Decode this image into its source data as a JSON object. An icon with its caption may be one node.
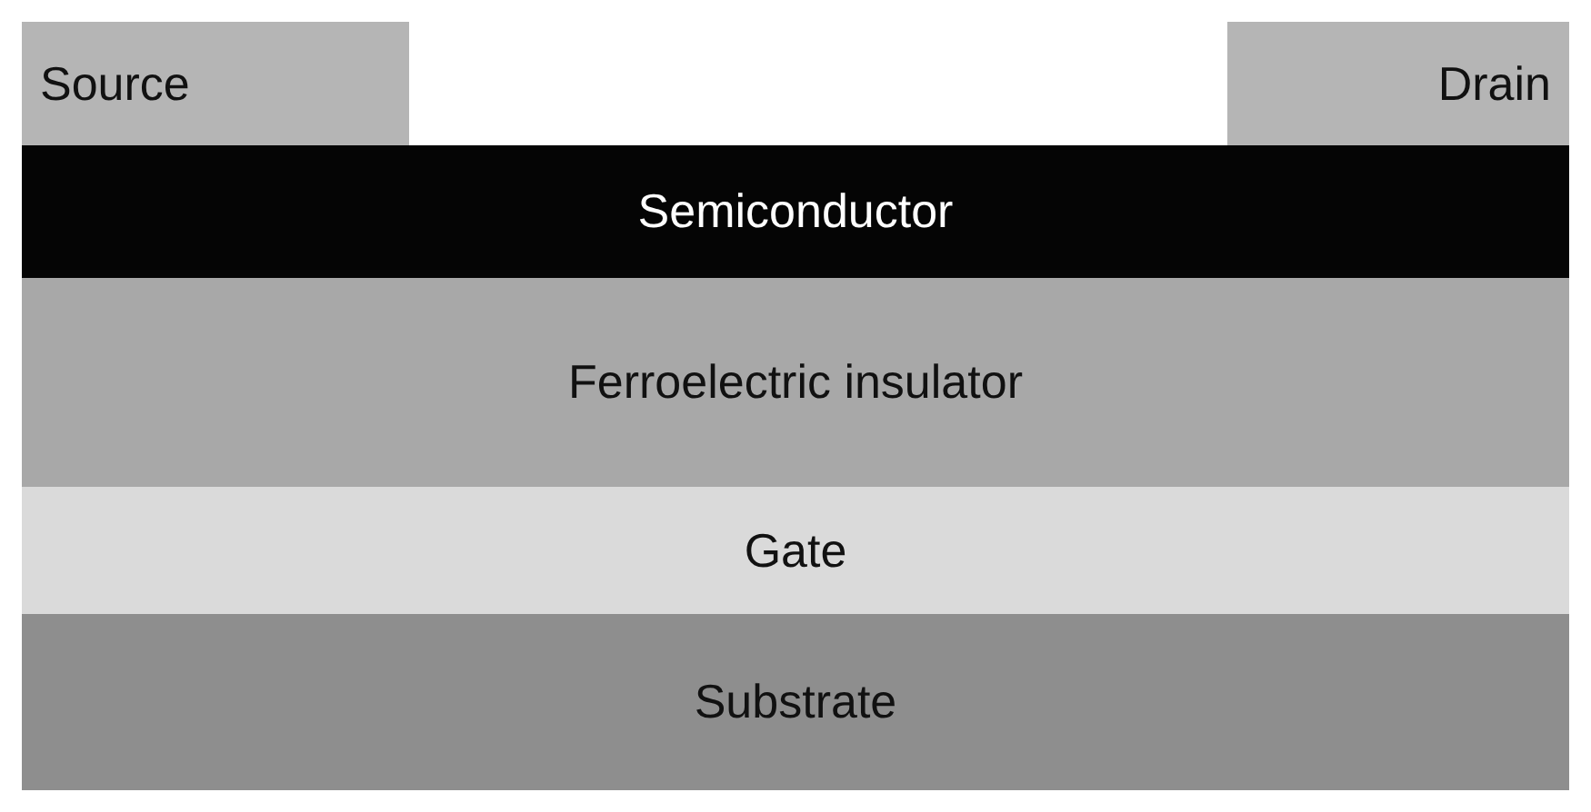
{
  "diagram": {
    "nodes": [
      {
        "text": [
          "Source"
        ]
      },
      {
        "text": [
          "Drain"
        ]
      },
      {
        "text": [
          "Semiconductor"
        ]
      },
      {
        "text": [
          "Ferroelectric insulator"
        ]
      },
      {
        "text": [
          "Gate"
        ]
      },
      {
        "text": [
          "Substrate"
        ]
      }
    ]
  }
}
